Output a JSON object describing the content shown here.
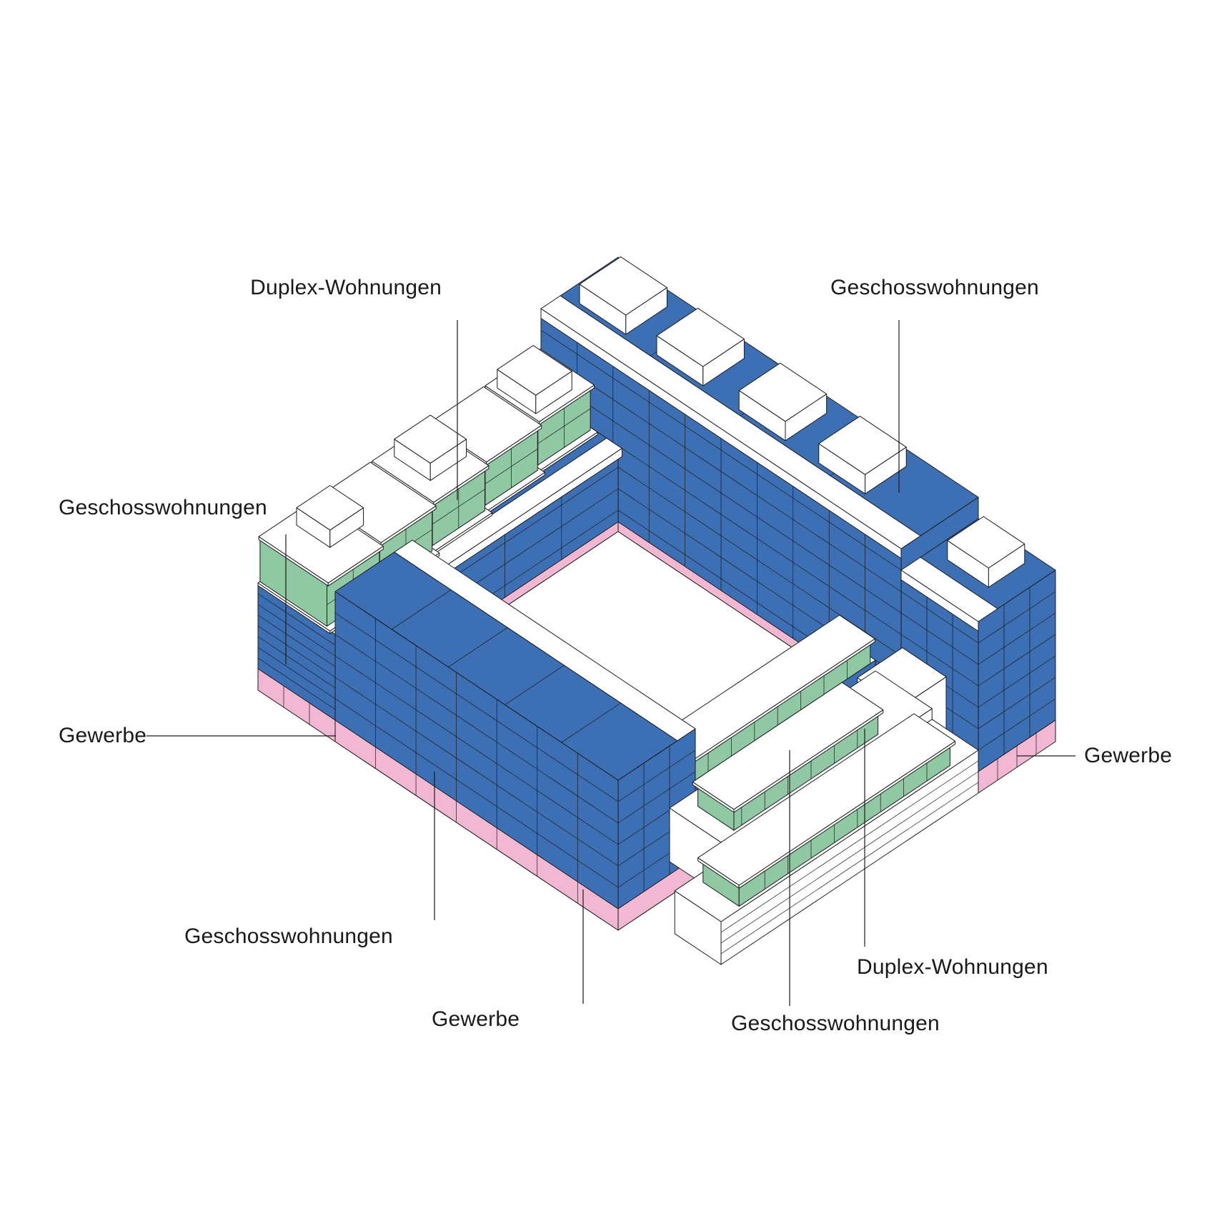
{
  "colors": {
    "blue": "#3D6FB4",
    "green": "#8FC8A3",
    "pink": "#F2B7D2",
    "white": "#FFFFFF",
    "outline": "#1B1B1B"
  },
  "labels": {
    "duplex_tl": "Duplex-Wohnungen",
    "geschoss_tr": "Geschosswohnungen",
    "geschoss_l": "Geschosswohnungen",
    "gewerbe_l": "Gewerbe",
    "gewerbe_r": "Gewerbe",
    "geschoss_bl": "Geschosswohnungen",
    "duplex_br": "Duplex-Wohnungen",
    "gewerbe_b": "Gewerbe",
    "geschoss_bc": "Geschosswohnungen"
  },
  "color_key": [
    {
      "color": "#3D6FB4",
      "meaning": "Geschosswohnungen"
    },
    {
      "color": "#8FC8A3",
      "meaning": "Duplex-Wohnungen"
    },
    {
      "color": "#F2B7D2",
      "meaning": "Gewerbe"
    }
  ]
}
